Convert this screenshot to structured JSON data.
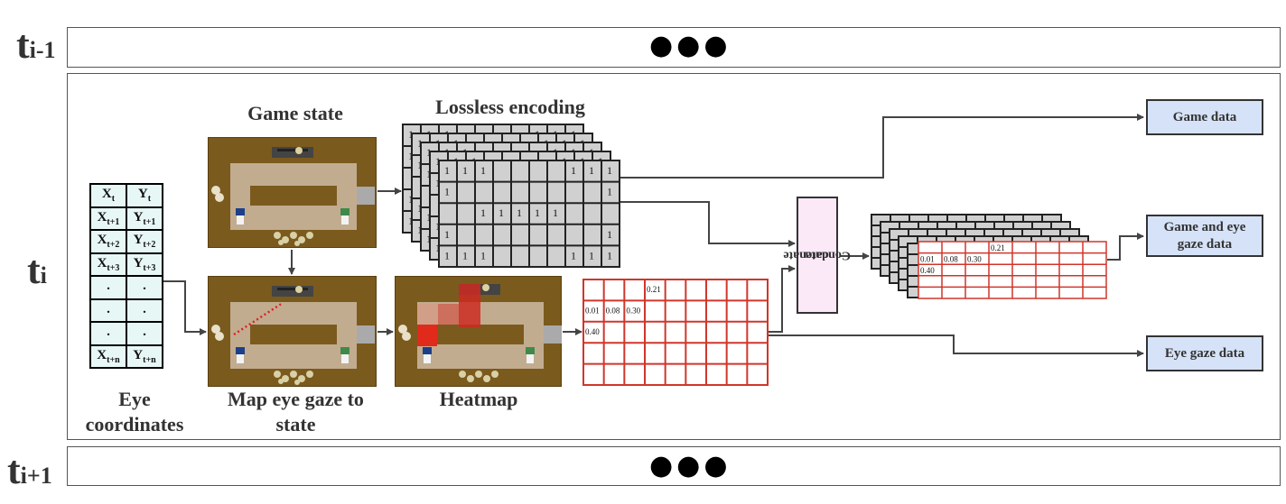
{
  "rows": {
    "prev": {
      "base": "t",
      "sub": "i-1",
      "content": "●●●"
    },
    "curr": {
      "base": "t",
      "sub": "i"
    },
    "next": {
      "base": "t",
      "sub": "i+1",
      "content": "●●●"
    }
  },
  "eye_table": {
    "rows": [
      {
        "x": "X",
        "xs": "t",
        "y": "Y",
        "ys": "t"
      },
      {
        "x": "X",
        "xs": "t+1",
        "y": "Y",
        "ys": "t+1"
      },
      {
        "x": "X",
        "xs": "t+2",
        "y": "Y",
        "ys": "t+2"
      },
      {
        "x": "X",
        "xs": "t+3",
        "y": "Y",
        "ys": "t+3"
      },
      {
        "x": ".",
        "xs": "",
        "y": ".",
        "ys": ""
      },
      {
        "x": ".",
        "xs": "",
        "y": ".",
        "ys": ""
      },
      {
        "x": ".",
        "xs": "",
        "y": ".",
        "ys": ""
      },
      {
        "x": "X",
        "xs": "t+n",
        "y": "Y",
        "ys": "t+n"
      }
    ],
    "caption_line1": "Eye",
    "caption_line2": "coordinates"
  },
  "labels": {
    "game_state": "Game state",
    "lossless": "Lossless encoding",
    "map_line1": "Map eye gaze to",
    "map_line2": "state",
    "heatmap": "Heatmap",
    "concat_line1": "Concatenate",
    "concat_line2": "data"
  },
  "outputs": {
    "game": "Game data",
    "combined_line1": "Game and eye",
    "combined_line2": "gaze data",
    "gaze": "Eye gaze data"
  },
  "encoding_grid": {
    "rows": [
      [
        "1",
        "1",
        "1",
        "",
        "",
        "",
        "",
        "1",
        "1",
        "1"
      ],
      [
        "1",
        "",
        "",
        "",
        "",
        "",
        "",
        "",
        "",
        "1"
      ],
      [
        "",
        "",
        "1",
        "1",
        "1",
        "1",
        "1",
        "",
        "",
        ""
      ],
      [
        "1",
        "",
        "",
        "",
        "",
        "",
        "",
        "",
        "",
        "1"
      ],
      [
        "1",
        "1",
        "1",
        "",
        "",
        "",
        "",
        "1",
        "1",
        "1"
      ]
    ]
  },
  "heat_grid": {
    "rows": [
      [
        "",
        "",
        "",
        "0.21",
        "",
        "",
        "",
        "",
        ""
      ],
      [
        "0.01",
        "0.08",
        "0.30",
        "",
        "",
        "",
        "",
        "",
        ""
      ],
      [
        "0.40",
        "",
        "",
        "",
        "",
        "",
        "",
        "",
        ""
      ],
      [
        "",
        "",
        "",
        "",
        "",
        "",
        "",
        "",
        ""
      ],
      [
        "",
        "",
        "",
        "",
        "",
        "",
        "",
        "",
        ""
      ]
    ]
  },
  "colors": {
    "eye_cell": "#e7f7f6",
    "grid_cell": "#d0d0d0",
    "heat_line": "#d0362b",
    "output_box": "#d5e2f7",
    "concat_box": "#fbe9f8",
    "game_floor": "#7b5a1d",
    "game_counter": "#c2ac90"
  }
}
